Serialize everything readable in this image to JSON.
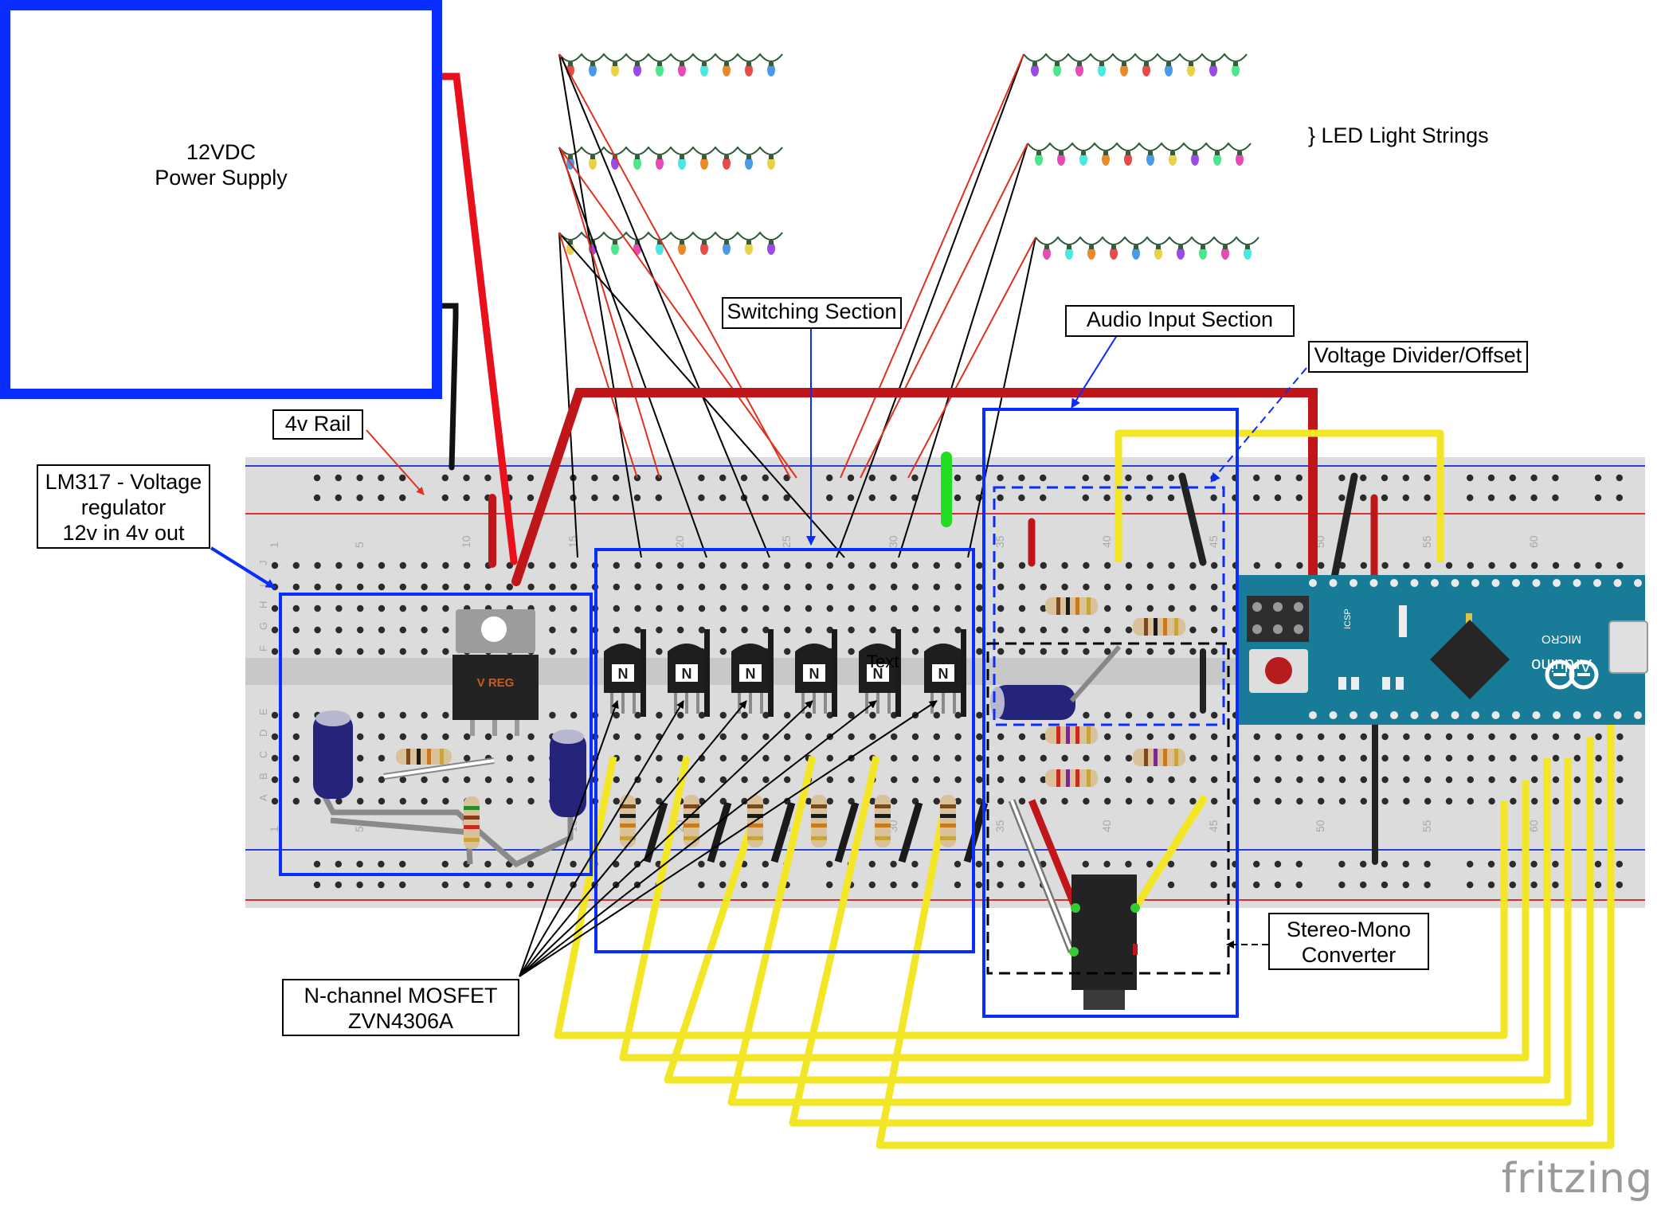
{
  "power_supply": {
    "line1": "12VDC",
    "line2": "Power Supply"
  },
  "labels": {
    "rail": "4v Rail",
    "regulator_line1": "LM317 - Voltage",
    "regulator_line2": "regulator",
    "regulator_line3": "12v in 4v out",
    "switching": "Switching Section",
    "audio": "Audio Input Section",
    "divider": "Voltage Divider/Offset",
    "led_strings": "} LED Light Strings",
    "mosfet_line1": "N-channel MOSFET",
    "mosfet_line2": "ZVN4306A",
    "stereo_line1": "Stereo-Mono",
    "stereo_line2": "Converter",
    "stray_text": "Text"
  },
  "components": {
    "regulator_marking": "V REG",
    "mosfet_marking": "N",
    "arduino_name": "Arduino",
    "arduino_model": "MICRO",
    "icsp": "ICSP"
  },
  "breadboard": {
    "column_numbers": [
      "1",
      "5",
      "10",
      "15",
      "20",
      "25",
      "30",
      "35",
      "40",
      "45",
      "50",
      "55",
      "60"
    ],
    "row_letters_top": [
      "J",
      "I",
      "H",
      "G",
      "F"
    ],
    "row_letters_bottom": [
      "E",
      "D",
      "C",
      "B",
      "A"
    ]
  },
  "logo": "fritzing",
  "colors": {
    "box_blue": "#0a2dff",
    "wire_red": "#c0161a",
    "wire_yellow": "#f2e626",
    "wire_black": "#1a1a1a",
    "arduino_teal": "#187c99",
    "breadboard": "#dcdcdc"
  }
}
